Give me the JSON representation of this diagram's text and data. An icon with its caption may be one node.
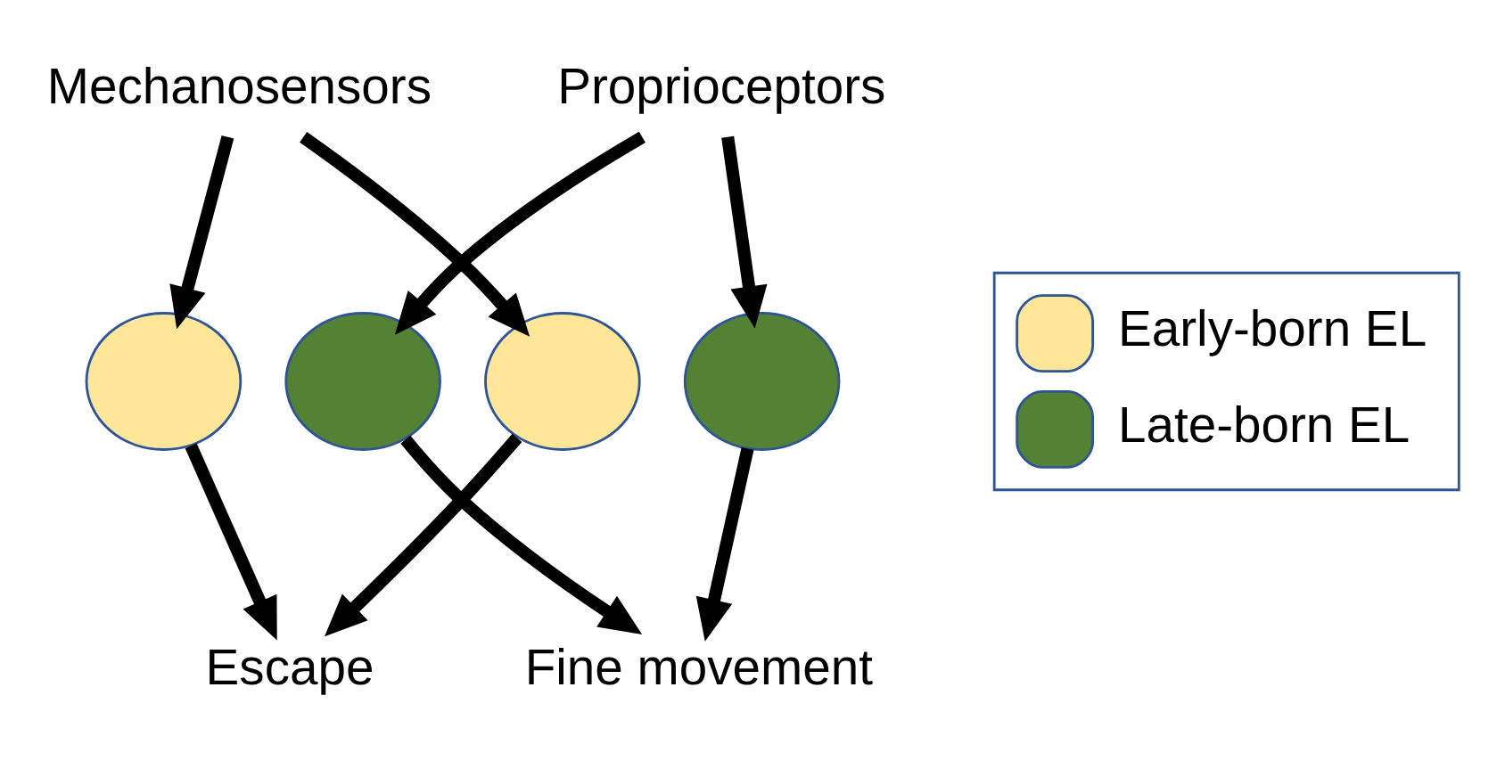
{
  "diagram": {
    "nodes": [
      {
        "text": [
          "Mechanosensors"
        ]
      },
      {
        "text": [
          "Proprioceptors"
        ]
      },
      {
        "text": [],
        "shape": "circle"
      },
      {
        "text": [],
        "shape": "circle"
      },
      {
        "text": [],
        "shape": "circle"
      },
      {
        "text": [],
        "shape": "circle"
      },
      {
        "text": [
          "Escape"
        ]
      },
      {
        "text": [
          "Fine movement"
        ]
      }
    ],
    "edges": [
      {
        "from": 0,
        "to": 2,
        "arrow": "to"
      },
      {
        "from": 0,
        "to": 4,
        "arrow": "to"
      },
      {
        "from": 1,
        "to": 3,
        "arrow": "to"
      },
      {
        "from": 1,
        "to": 5,
        "arrow": "to"
      },
      {
        "from": 2,
        "to": 6,
        "arrow": "to"
      },
      {
        "from": 3,
        "to": 7,
        "arrow": "to"
      },
      {
        "from": 4,
        "to": 6,
        "arrow": "to"
      },
      {
        "from": 5,
        "to": 7,
        "arrow": "to"
      }
    ],
    "legend": [
      {
        "text": "Early-born EL",
        "color": "#ffe699"
      },
      {
        "text": "Late-born EL",
        "color": "#548235"
      }
    ]
  }
}
